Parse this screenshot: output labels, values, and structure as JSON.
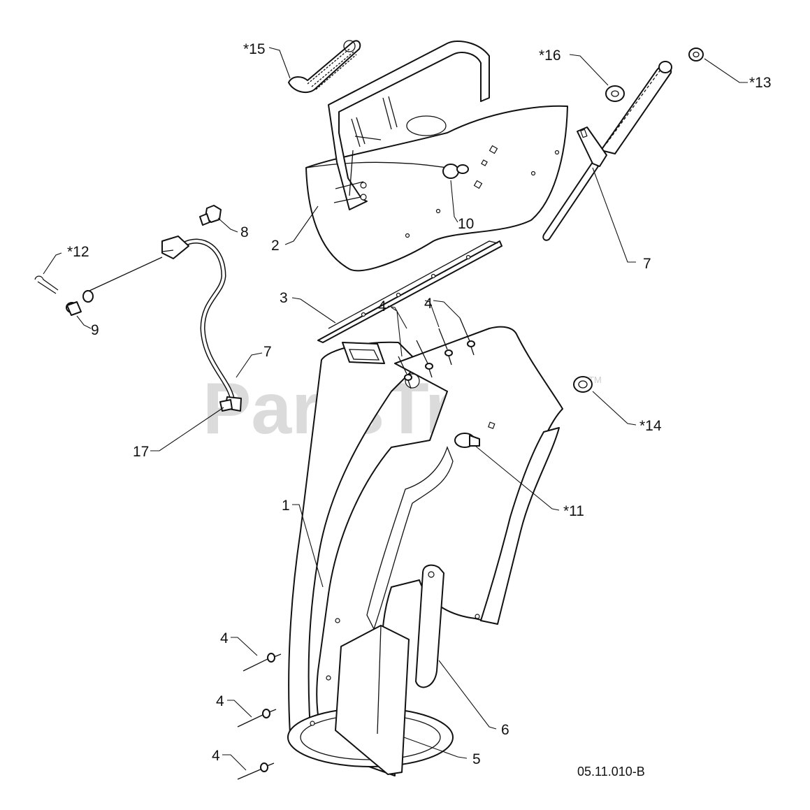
{
  "watermark": {
    "text": "PartsTree",
    "trademark": "TM"
  },
  "reference_code": "05.11.010-B",
  "callouts": [
    {
      "id": "c1",
      "text": "1"
    },
    {
      "id": "c2",
      "text": "2"
    },
    {
      "id": "c3",
      "text": "3"
    },
    {
      "id": "c4a",
      "text": "4"
    },
    {
      "id": "c4b",
      "text": "4"
    },
    {
      "id": "c4c",
      "text": "4"
    },
    {
      "id": "c4d",
      "text": "4"
    },
    {
      "id": "c4e",
      "text": "4"
    },
    {
      "id": "c5",
      "text": "5"
    },
    {
      "id": "c6",
      "text": "6"
    },
    {
      "id": "c7a",
      "text": "7"
    },
    {
      "id": "c7b",
      "text": "7"
    },
    {
      "id": "c8",
      "text": "8"
    },
    {
      "id": "c9",
      "text": "9"
    },
    {
      "id": "c10",
      "text": "10"
    },
    {
      "id": "c11",
      "text": "*11"
    },
    {
      "id": "c12",
      "text": "*12"
    },
    {
      "id": "c13",
      "text": "*13"
    },
    {
      "id": "c14",
      "text": "*14"
    },
    {
      "id": "c15",
      "text": "*15"
    },
    {
      "id": "c16",
      "text": "*16"
    },
    {
      "id": "c17",
      "text": "17"
    }
  ]
}
